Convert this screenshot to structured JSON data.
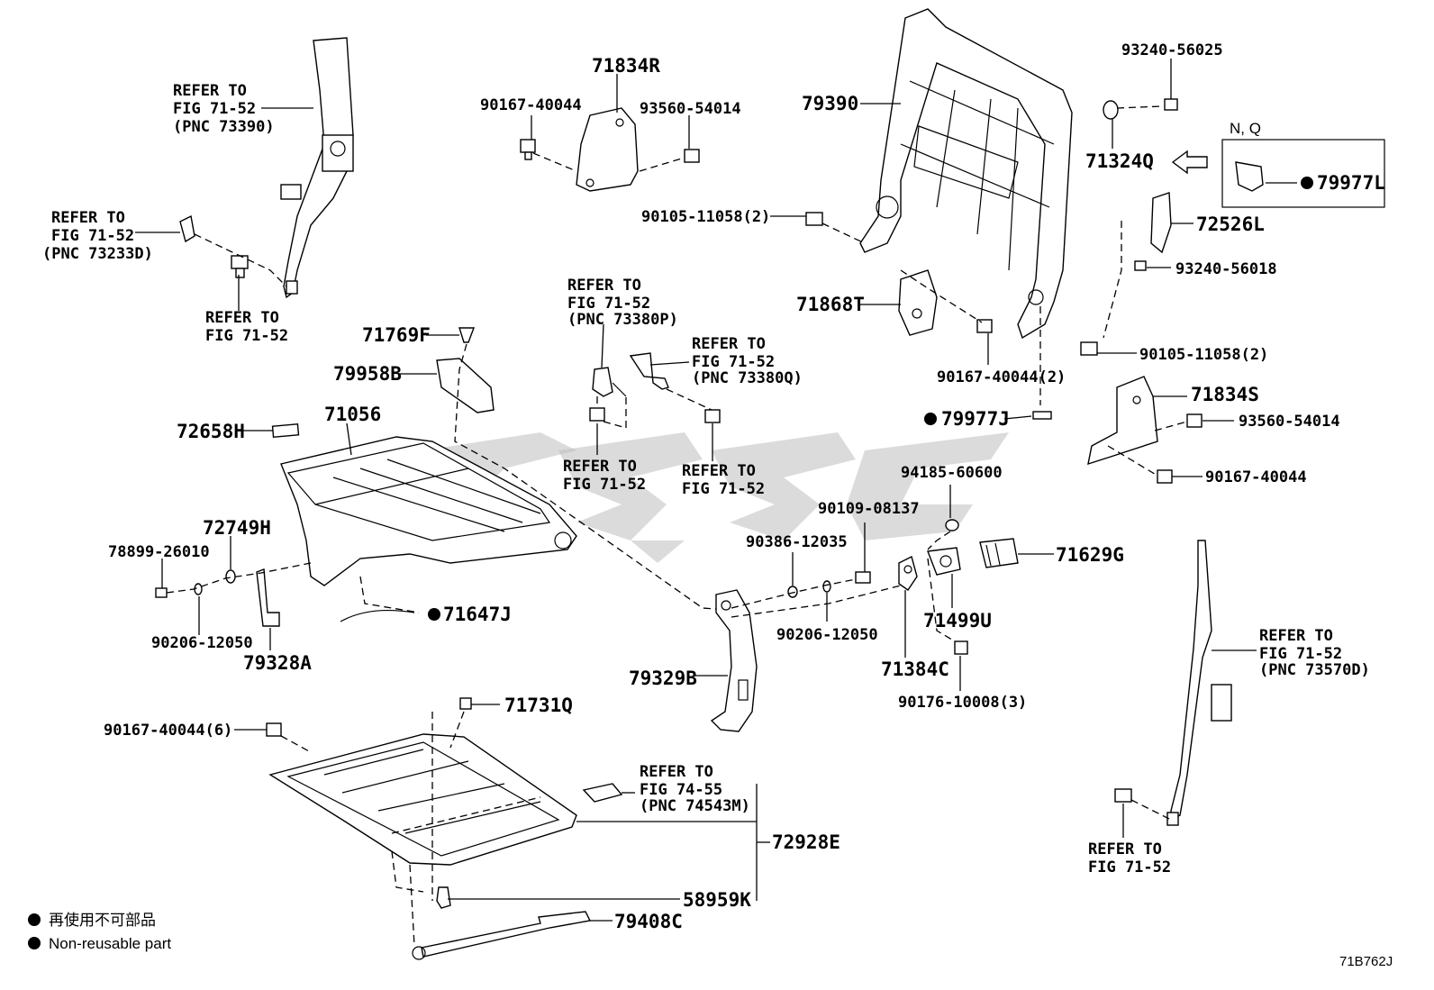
{
  "callouts": {
    "ref_belt_top": [
      "REFER TO",
      "FIG 71-52",
      "(PNC 73390)"
    ],
    "ref_belt_left": [
      "REFER TO",
      "FIG 71-52",
      "(PNC 73233D)"
    ],
    "ref_belt_bolt": [
      "REFER TO",
      "FIG 71-52"
    ],
    "ref_73380p": [
      "REFER TO",
      "FIG 71-52",
      "(PNC 73380P)"
    ],
    "ref_73380q": [
      "REFER TO",
      "FIG 71-52",
      "(PNC 73380Q)"
    ],
    "ref_mid_a": [
      "REFER TO",
      "FIG 71-52"
    ],
    "ref_mid_b": [
      "REFER TO",
      "FIG 71-52"
    ],
    "ref_74543m": [
      "REFER TO",
      "FIG 74-55",
      "(PNC 74543M)"
    ],
    "ref_73570d": [
      "REFER TO",
      "FIG 71-52",
      "(PNC 73570D)"
    ],
    "ref_belt_right": [
      "REFER TO",
      "FIG 71-52"
    ]
  },
  "parts": {
    "p71834R": "71834R",
    "p90167_40044_top": "90167-40044",
    "p93560_54014_top": "93560-54014",
    "p79390": "79390",
    "p93240_56025": "93240-56025",
    "p71324Q": "71324Q",
    "p79977L": "79977L",
    "p90105_11058_left": "90105-11058(2)",
    "p72526L": "72526L",
    "p93240_56018": "93240-56018",
    "p71868T": "71868T",
    "p90105_11058_right": "90105-11058(2)",
    "p90167_40044_2": "90167-40044(2)",
    "p71834S": "71834S",
    "p79977J": "79977J",
    "p93560_54014_right": "93560-54014",
    "p90167_40044_right": "90167-40044",
    "p71769F": "71769F",
    "p79958B": "79958B",
    "p72658H": "72658H",
    "p71056": "71056",
    "p72749H": "72749H",
    "p78899_26010": "78899-26010",
    "p71647J": "71647J",
    "p90206_12050_left": "90206-12050",
    "p79328A": "79328A",
    "p94185_60600": "94185-60600",
    "p90109_08137": "90109-08137",
    "p90386_12035": "90386-12035",
    "p71629G": "71629G",
    "p71499U": "71499U",
    "p90206_12050_mid": "90206-12050",
    "p71384C": "71384C",
    "p79329B": "79329B",
    "p90176_10008": "90176-10008(3)",
    "p71731Q": "71731Q",
    "p90167_40044_6": "90167-40044(6)",
    "p72928E": "72928E",
    "p58959K": "58959K",
    "p79408C": "79408C"
  },
  "variant_box": {
    "label": "N, Q"
  },
  "legend": {
    "line1": "再使用不可部品",
    "line2": "Non-reusable part"
  },
  "diagram_code": "71B762J",
  "icons": {
    "non_reusable_marker": "filled-circle",
    "direction_arrow": "outline-left-arrow",
    "watermark": "gray-logo-watermark"
  }
}
